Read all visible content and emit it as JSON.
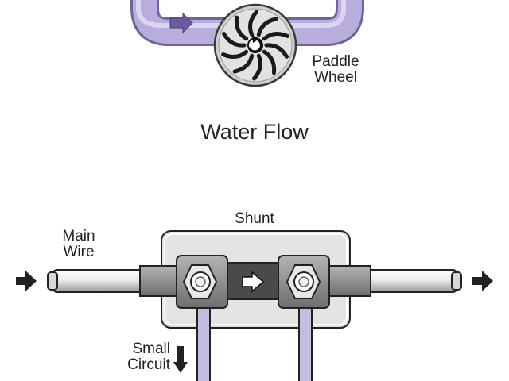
{
  "water": {
    "title": "Water Flow",
    "paddle_label_line1": "Paddle",
    "paddle_label_line2": "Wheel"
  },
  "electric": {
    "shunt_label": "Shunt",
    "main_wire_line1": "Main",
    "main_wire_line2": "Wire",
    "small_circuit_line1": "Small",
    "small_circuit_line2": "Circuit"
  },
  "colors": {
    "pipe": "#b9aedb",
    "pipe_dark": "#7d70ab",
    "pipe_light": "#d9d2ef",
    "wheel": "#d2d2d2",
    "paddle": "#1a1a1a",
    "arrow": "#2b2b2b",
    "shunt_box": "#dcdcdc",
    "clamp": "#8c8c8c",
    "wire": "#e6e6e6",
    "bus": "#4a4a4a"
  },
  "icons": {
    "flow_arrow": "right-arrow-icon",
    "rotation": "rotation-icon",
    "down_arrow": "down-arrow-icon"
  }
}
